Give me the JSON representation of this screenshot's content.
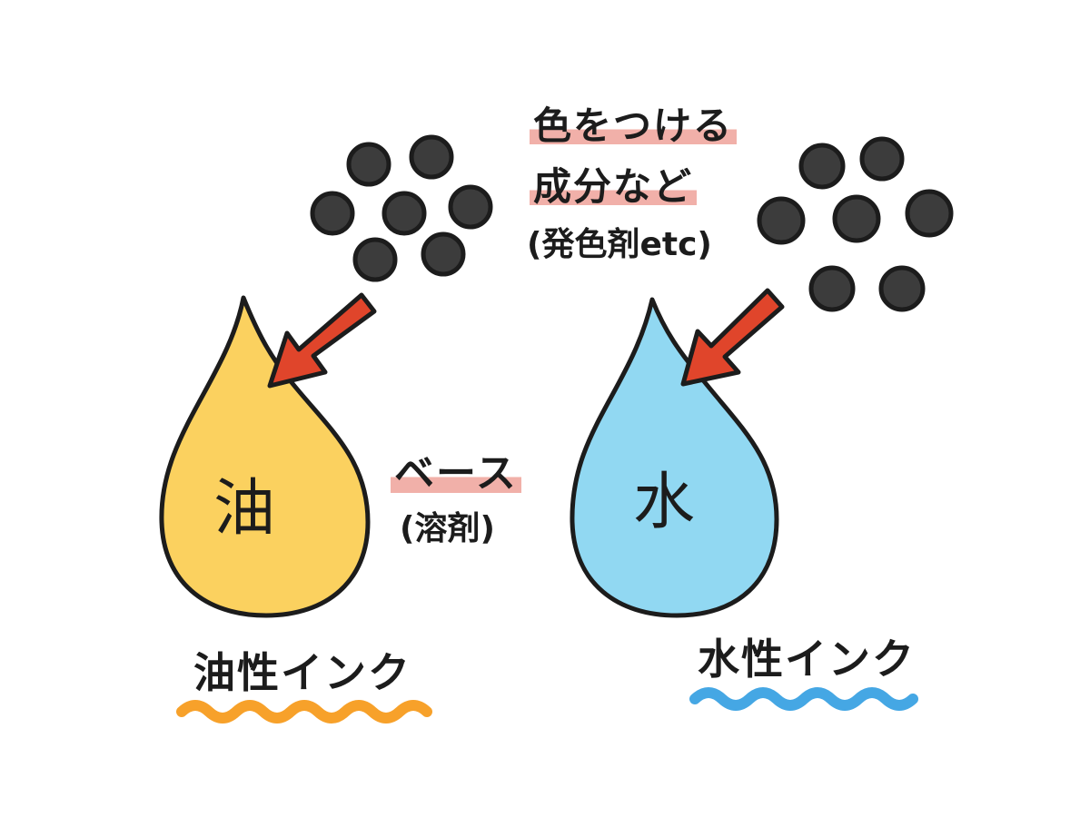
{
  "annotation_top": {
    "line1": "色をつける",
    "line2": "成分など",
    "line3": "(発色剤etc)"
  },
  "annotation_center": {
    "line1": "ベース",
    "line2": "(溶剤)"
  },
  "left_drop": {
    "char": "油",
    "caption": "油性インク",
    "fill_color": "#fbd15f",
    "underline_color": "#f7a12a"
  },
  "right_drop": {
    "char": "水",
    "caption": "水性インク",
    "fill_color": "#91d8f2",
    "underline_color": "#45a7e4"
  },
  "colors": {
    "particle": "#3c3c3c",
    "arrow": "#e0452b",
    "outline": "#1c1c1c",
    "highlight": "#ec968c"
  }
}
